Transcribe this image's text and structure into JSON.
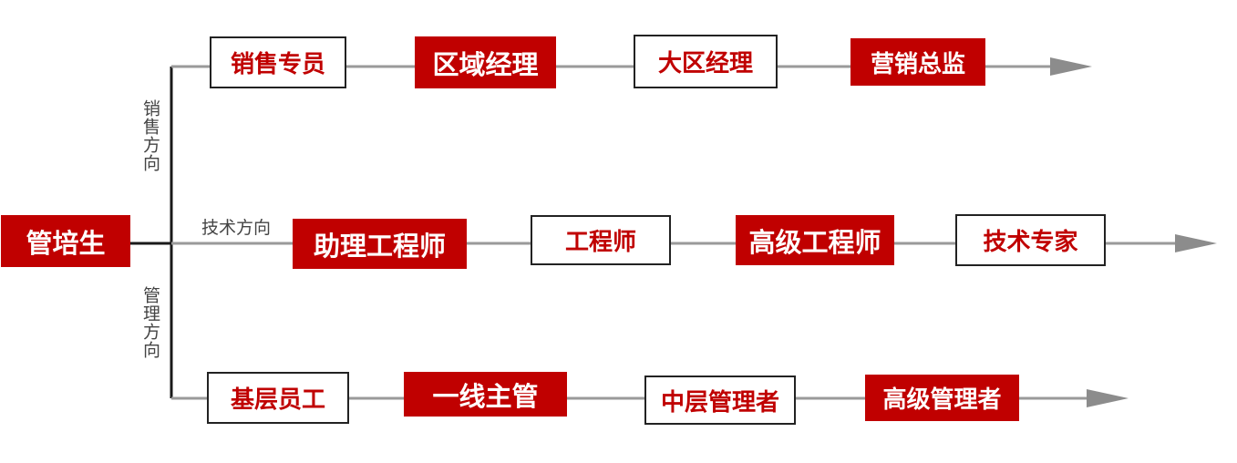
{
  "root": {
    "label": "管培生",
    "style": "filled"
  },
  "branches": [
    {
      "label": "销售方向",
      "label_orientation": "vertical",
      "nodes": [
        {
          "label": "销售专员",
          "style": "outline"
        },
        {
          "label": "区域经理",
          "style": "filled"
        },
        {
          "label": "大区经理",
          "style": "outline"
        },
        {
          "label": "营销总监",
          "style": "filled"
        }
      ]
    },
    {
      "label": "技术方向",
      "label_orientation": "horizontal",
      "nodes": [
        {
          "label": "助理工程师",
          "style": "filled"
        },
        {
          "label": "工程师",
          "style": "outline"
        },
        {
          "label": "高级工程师",
          "style": "filled"
        },
        {
          "label": "技术专家",
          "style": "outline"
        }
      ]
    },
    {
      "label": "管理方向",
      "label_orientation": "vertical",
      "nodes": [
        {
          "label": "基层员工",
          "style": "outline"
        },
        {
          "label": "一线主管",
          "style": "filled"
        },
        {
          "label": "中层管理者",
          "style": "outline"
        },
        {
          "label": "高级管理者",
          "style": "filled"
        }
      ]
    }
  ],
  "colors": {
    "accent": "#c00000",
    "line": "#9a9a9a",
    "arrow": "#8c8c8c",
    "border": "#222222"
  }
}
